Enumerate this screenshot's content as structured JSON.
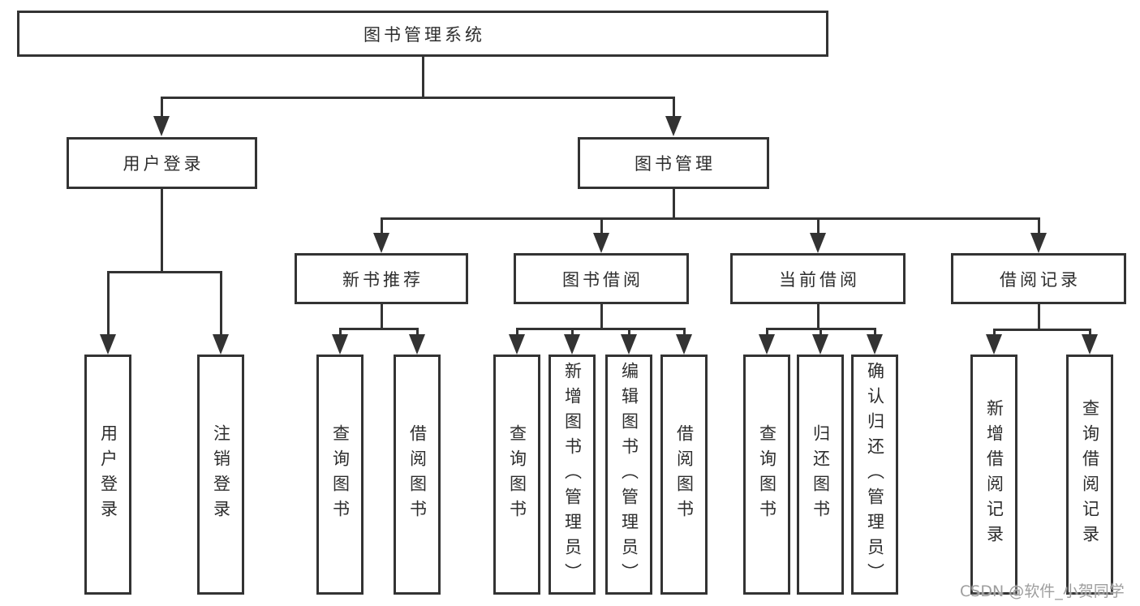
{
  "diagram_title": "图书管理系统",
  "nodes": {
    "root": {
      "label": "图书管理系统"
    },
    "level2": [
      {
        "label": "用户登录"
      },
      {
        "label": "图书管理"
      }
    ],
    "level3": [
      {
        "label": "新书推荐"
      },
      {
        "label": "图书借阅"
      },
      {
        "label": "当前借阅"
      },
      {
        "label": "借阅记录"
      }
    ],
    "leaves": [
      {
        "label": "用户登录",
        "parent": "用户登录"
      },
      {
        "label": "注销登录",
        "parent": "用户登录"
      },
      {
        "label": "查询图书",
        "parent": "新书推荐"
      },
      {
        "label": "借阅图书",
        "parent": "新书推荐"
      },
      {
        "label": "查询图书",
        "parent": "图书借阅"
      },
      {
        "label": "新增图书（管理员）",
        "parent": "图书借阅"
      },
      {
        "label": "编辑图书（管理员）",
        "parent": "图书借阅"
      },
      {
        "label": "借阅图书",
        "parent": "图书借阅"
      },
      {
        "label": "查询图书",
        "parent": "当前借阅"
      },
      {
        "label": "归还图书",
        "parent": "当前借阅"
      },
      {
        "label": "确认归还（管理员）",
        "parent": "当前借阅"
      },
      {
        "label": "新增借阅记录",
        "parent": "借阅记录"
      },
      {
        "label": "查询借阅记录",
        "parent": "借阅记录"
      }
    ]
  },
  "watermark": {
    "text": "CSDN @软件_小贺同学"
  },
  "colors": {
    "line": "#333333",
    "text": "#2d2d2d",
    "background": "#ffffff",
    "watermark": "#9e9e9e"
  }
}
